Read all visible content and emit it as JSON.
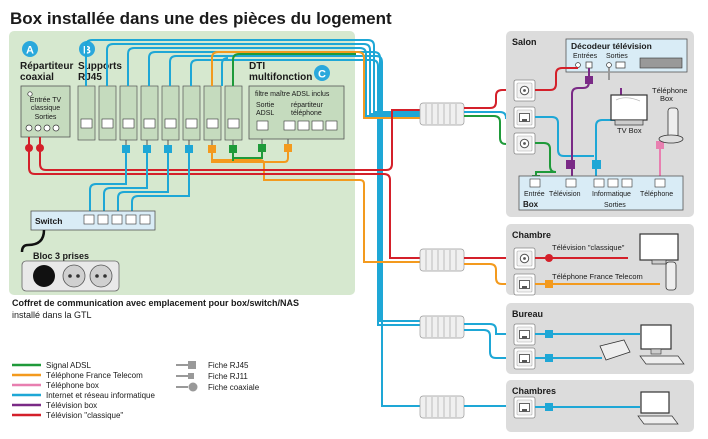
{
  "title": "Box installée dans une des pièces du logement",
  "coffret": {
    "caption_line1": "Coffret de communication avec emplacement pour box/switch/NAS",
    "caption_line2": "installé dans la GTL",
    "a_letter": "A",
    "a_label_line1": "Répartiteur",
    "a_label_line2": "coaxial",
    "a_inner_line1": "Entrée TV",
    "a_inner_line2": "classique",
    "a_sorties": "Sorties",
    "b_letter": "B",
    "b_label_line1": "Supports",
    "b_label_line2": "RJ45",
    "c_letter": "C",
    "c_label_line1": "DTI",
    "c_label_line2": "multifonction",
    "c_filtre": "filtre maître ADSL inclus",
    "c_sortie_line1": "Sortie",
    "c_sortie_line2": "ADSL",
    "c_repartiteur_line1": "répartiteur",
    "c_repartiteur_line2": "téléphone",
    "switch_label": "Switch",
    "bloc_label": "Bloc 3 prises"
  },
  "rooms": {
    "salon": {
      "label": "Salon",
      "decodeur_title": "Décodeur télévision",
      "decodeur_entrees": "Entrées",
      "decodeur_sorties": "Sorties",
      "telephone_box_line1": "Téléphone",
      "telephone_box_line2": "Box",
      "tv_box": "TV Box",
      "box_label": "Box",
      "box_entree": "Entrée",
      "box_television": "Télévision",
      "box_informatique": "Informatique",
      "box_telephone": "Téléphone",
      "box_sorties": "Sorties"
    },
    "chambre": {
      "label": "Chambre",
      "tv_label": "Télévision \"classique\"",
      "tel_label": "Téléphone France Telecom"
    },
    "bureau": {
      "label": "Bureau"
    },
    "chambres": {
      "label": "Chambres"
    }
  },
  "legend": {
    "lines": [
      {
        "label": "Signal ADSL",
        "color": "#1f9a3a"
      },
      {
        "label": "Téléphone France Telecom",
        "color": "#f39a1e"
      },
      {
        "label": "Téléphone box",
        "color": "#e87fb0"
      },
      {
        "label": "Internet et réseau informatique",
        "color": "#1ea7d6"
      },
      {
        "label": "Télévision box",
        "color": "#7a2a86"
      },
      {
        "label": "Télévision \"classique\"",
        "color": "#d4202a"
      }
    ],
    "plugs": [
      {
        "label": "Fiche RJ45",
        "icon": "rj45-plug-icon"
      },
      {
        "label": "Fiche RJ11",
        "icon": "rj11-plug-icon"
      },
      {
        "label": "Fiche coaxiale",
        "icon": "coax-plug-icon"
      }
    ]
  },
  "colors": {
    "adsl": "#1f9a3a",
    "phone_ft": "#f39a1e",
    "phone_box": "#e87fb0",
    "network": "#1ea7d6",
    "tv_box": "#7a2a86",
    "tv_classic": "#d4202a",
    "panel_green": "#d6e8cf",
    "room_grey": "#dcdcdc",
    "badge_blue": "#2aa8dc",
    "box_blue": "#d9ecf6"
  }
}
